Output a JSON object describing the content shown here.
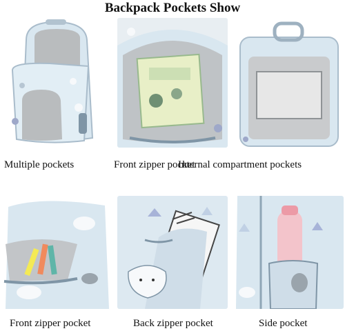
{
  "title": "Backpack Pockets Show",
  "captions": [
    "Multiple pockets",
    "Front zipper pocket",
    "Internal compartment pockets",
    "Front zipper pocket",
    "Back zipper pocket",
    "Side pocket"
  ],
  "palette": {
    "fabric": "#d9e7f0",
    "lining": "#b9bcbe",
    "zipper": "#7f95a6",
    "cat": "#f7f9fb",
    "accent": "#9ea8c9"
  }
}
